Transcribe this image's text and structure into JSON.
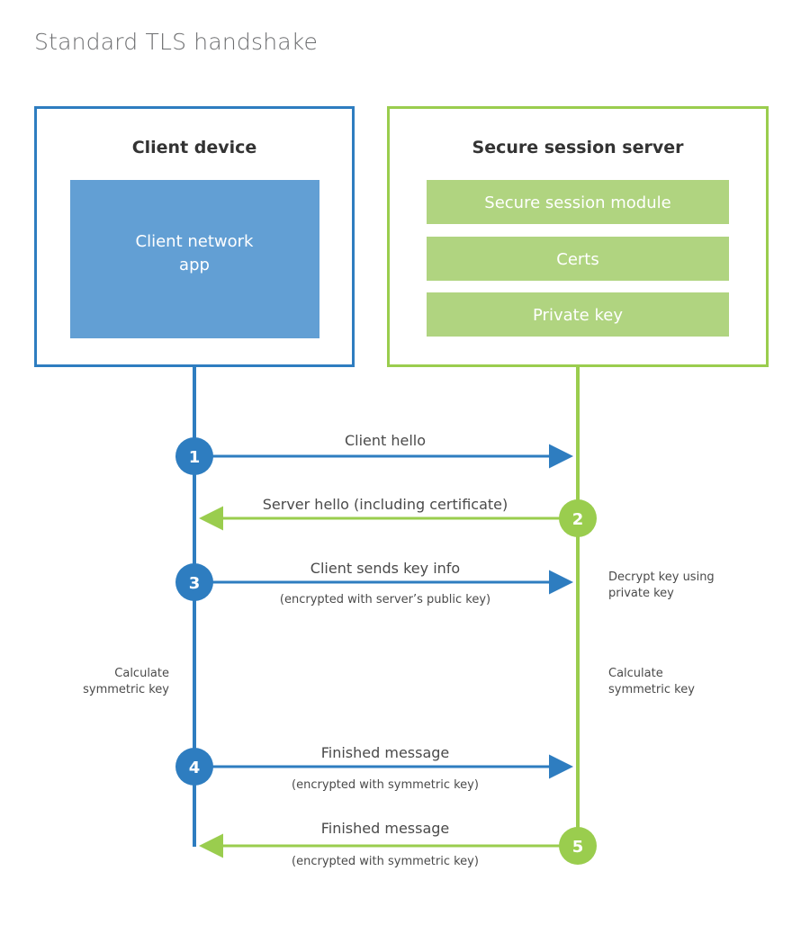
{
  "page": {
    "title": "Standard TLS handshake",
    "background": "#ffffff"
  },
  "colors": {
    "client_blue": "#2e7dc0",
    "client_app_blue": "#629fd4",
    "server_green": "#9acd4e",
    "server_bar_green": "#b0d480",
    "title_gray": "#6d6e70",
    "text_dark": "#333333",
    "text_body": "#4a4a4a"
  },
  "client_panel": {
    "title": "Client device",
    "app_label_line1": "Client network",
    "app_label_line2": "app"
  },
  "server_panel": {
    "title": "Secure session server",
    "modules": [
      {
        "label": "Secure session module"
      },
      {
        "label": "Certs"
      },
      {
        "label": "Private key"
      }
    ]
  },
  "steps": [
    {
      "number": "1",
      "label": "Client hello",
      "sublabel": "",
      "direction": "client-to-server",
      "color": "#2e7dc0"
    },
    {
      "number": "2",
      "label": "Server hello (including certificate)",
      "sublabel": "",
      "direction": "server-to-client",
      "color": "#9acd4e"
    },
    {
      "number": "3",
      "label": "Client sends key info",
      "sublabel": "(encrypted with server’s public key)",
      "direction": "client-to-server",
      "color": "#2e7dc0"
    },
    {
      "number": "4",
      "label": "Finished message",
      "sublabel": "(encrypted with symmetric key)",
      "direction": "client-to-server",
      "color": "#2e7dc0"
    },
    {
      "number": "5",
      "label": "Finished message",
      "sublabel": "(encrypted with symmetric key)",
      "direction": "server-to-client",
      "color": "#9acd4e"
    }
  ],
  "notes": {
    "server_decrypt_line1": "Decrypt key using",
    "server_decrypt_line2": "private key",
    "client_calc_line1": "Calculate",
    "client_calc_line2": "symmetric key",
    "server_calc_line1": "Calculate",
    "server_calc_line2": "symmetric key"
  }
}
